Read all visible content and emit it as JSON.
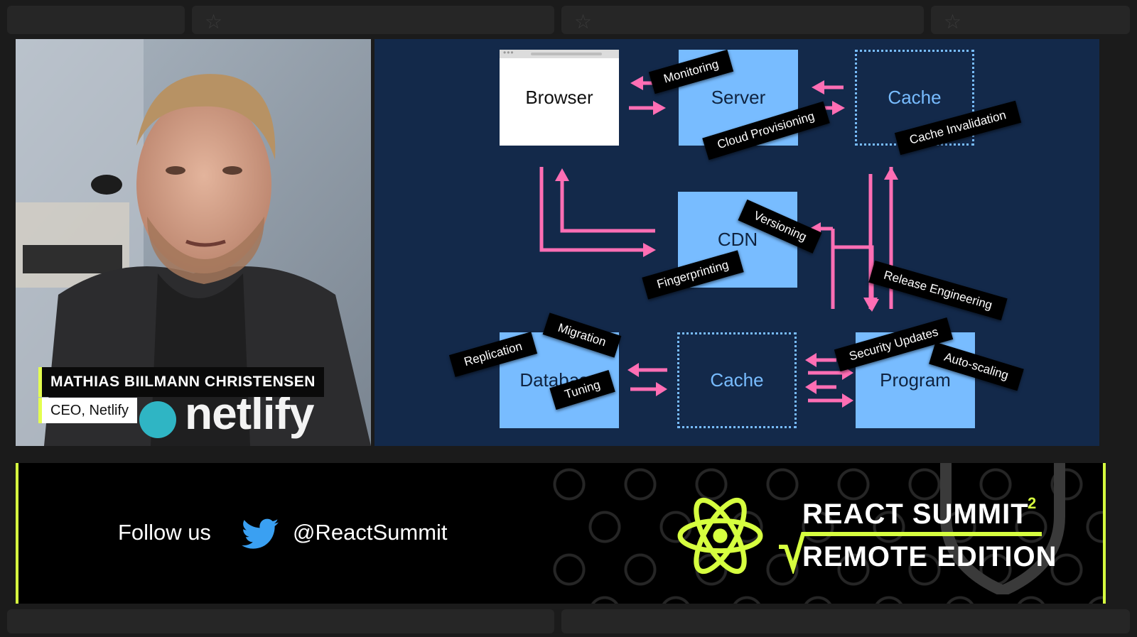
{
  "speaker": {
    "name": "MATHIAS BIILMANN CHRISTENSEN",
    "title": "CEO, Netlify",
    "shirt_text": "netlify"
  },
  "slide": {
    "boxes": {
      "browser": "Browser",
      "server": "Server",
      "cache_top": "Cache",
      "cdn": "CDN",
      "database": "Database",
      "cache_bottom": "Cache",
      "program": "Program"
    },
    "tags": {
      "monitoring": "Monitoring",
      "cloud_provisioning": "Cloud Provisioning",
      "cache_invalidation": "Cache Invalidation",
      "versioning": "Versioning",
      "fingerprinting": "Fingerprinting",
      "release_engineering": "Release Engineering",
      "migration": "Migration",
      "replication": "Replication",
      "tuning": "Tuning",
      "security_updates": "Security Updates",
      "auto_scaling": "Auto-scaling"
    },
    "colors": {
      "background": "#13294a",
      "box": "#78bcff",
      "arrow": "#ff6eb4"
    }
  },
  "banner": {
    "follow_label": "Follow us",
    "twitter_handle": "@ReactSummit",
    "event_line1": "REACT SUMMIT",
    "event_superscript": "2",
    "event_line2": "REMOTE EDITION",
    "icons": [
      "twitter-icon",
      "react-atom-icon"
    ],
    "accent_color": "#d6ff3f"
  }
}
